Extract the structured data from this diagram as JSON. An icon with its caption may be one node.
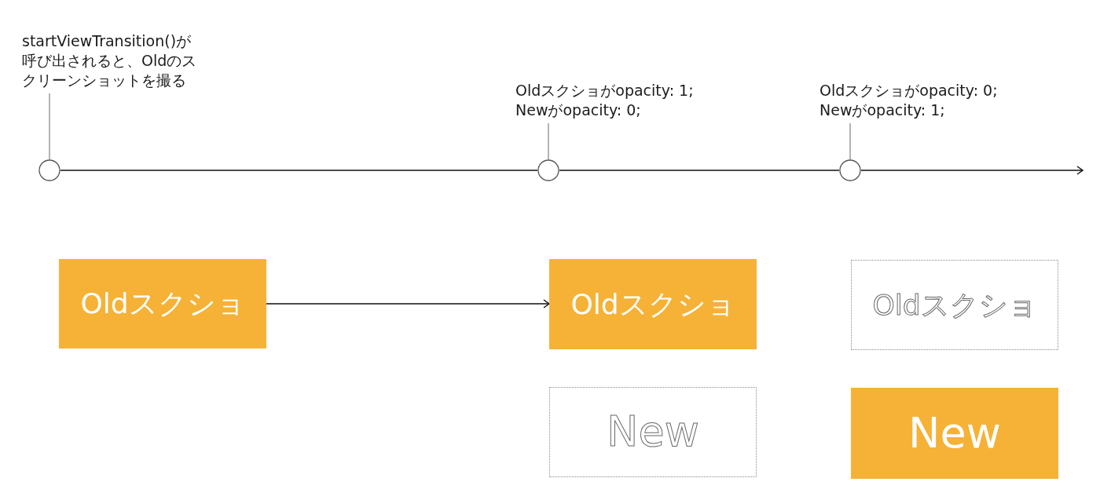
{
  "diagram": {
    "nodes": [
      {
        "text": [
          "startViewTransition()が呼び出されると、Oldのスクリーンショットを撮る"
        ]
      },
      {
        "text": [],
        "shape": "circle"
      },
      {
        "text": [
          "Oldスクショがopacity: 1;",
          "Newがopacity: 0;"
        ]
      },
      {
        "text": [],
        "shape": "circle"
      },
      {
        "text": [
          "Oldスクショがopacity: 0;",
          "Newがopacity: 1;"
        ]
      },
      {
        "text": [],
        "shape": "circle"
      },
      {
        "text": [
          "Oldスクショ"
        ]
      },
      {
        "text": [
          "Oldスクショ"
        ]
      },
      {
        "text": [
          "Oldスクショ"
        ]
      },
      {
        "text": [
          "New"
        ]
      },
      {
        "text": [
          "New"
        ]
      }
    ],
    "edges": [
      {
        "from": 0,
        "to": 1,
        "arrow": "none",
        "color": "#808080"
      },
      {
        "from": 2,
        "to": 3,
        "arrow": "none",
        "color": "#808080"
      },
      {
        "from": 4,
        "to": 5,
        "arrow": "none",
        "color": "#808080"
      },
      {
        "from": 1,
        "to": 3,
        "arrow": "none"
      },
      {
        "from": 3,
        "to": 5,
        "arrow": "none"
      },
      {
        "from": 5,
        "to": null,
        "arrow": "to"
      },
      {
        "from": 6,
        "to": 7,
        "arrow": "to"
      }
    ]
  }
}
